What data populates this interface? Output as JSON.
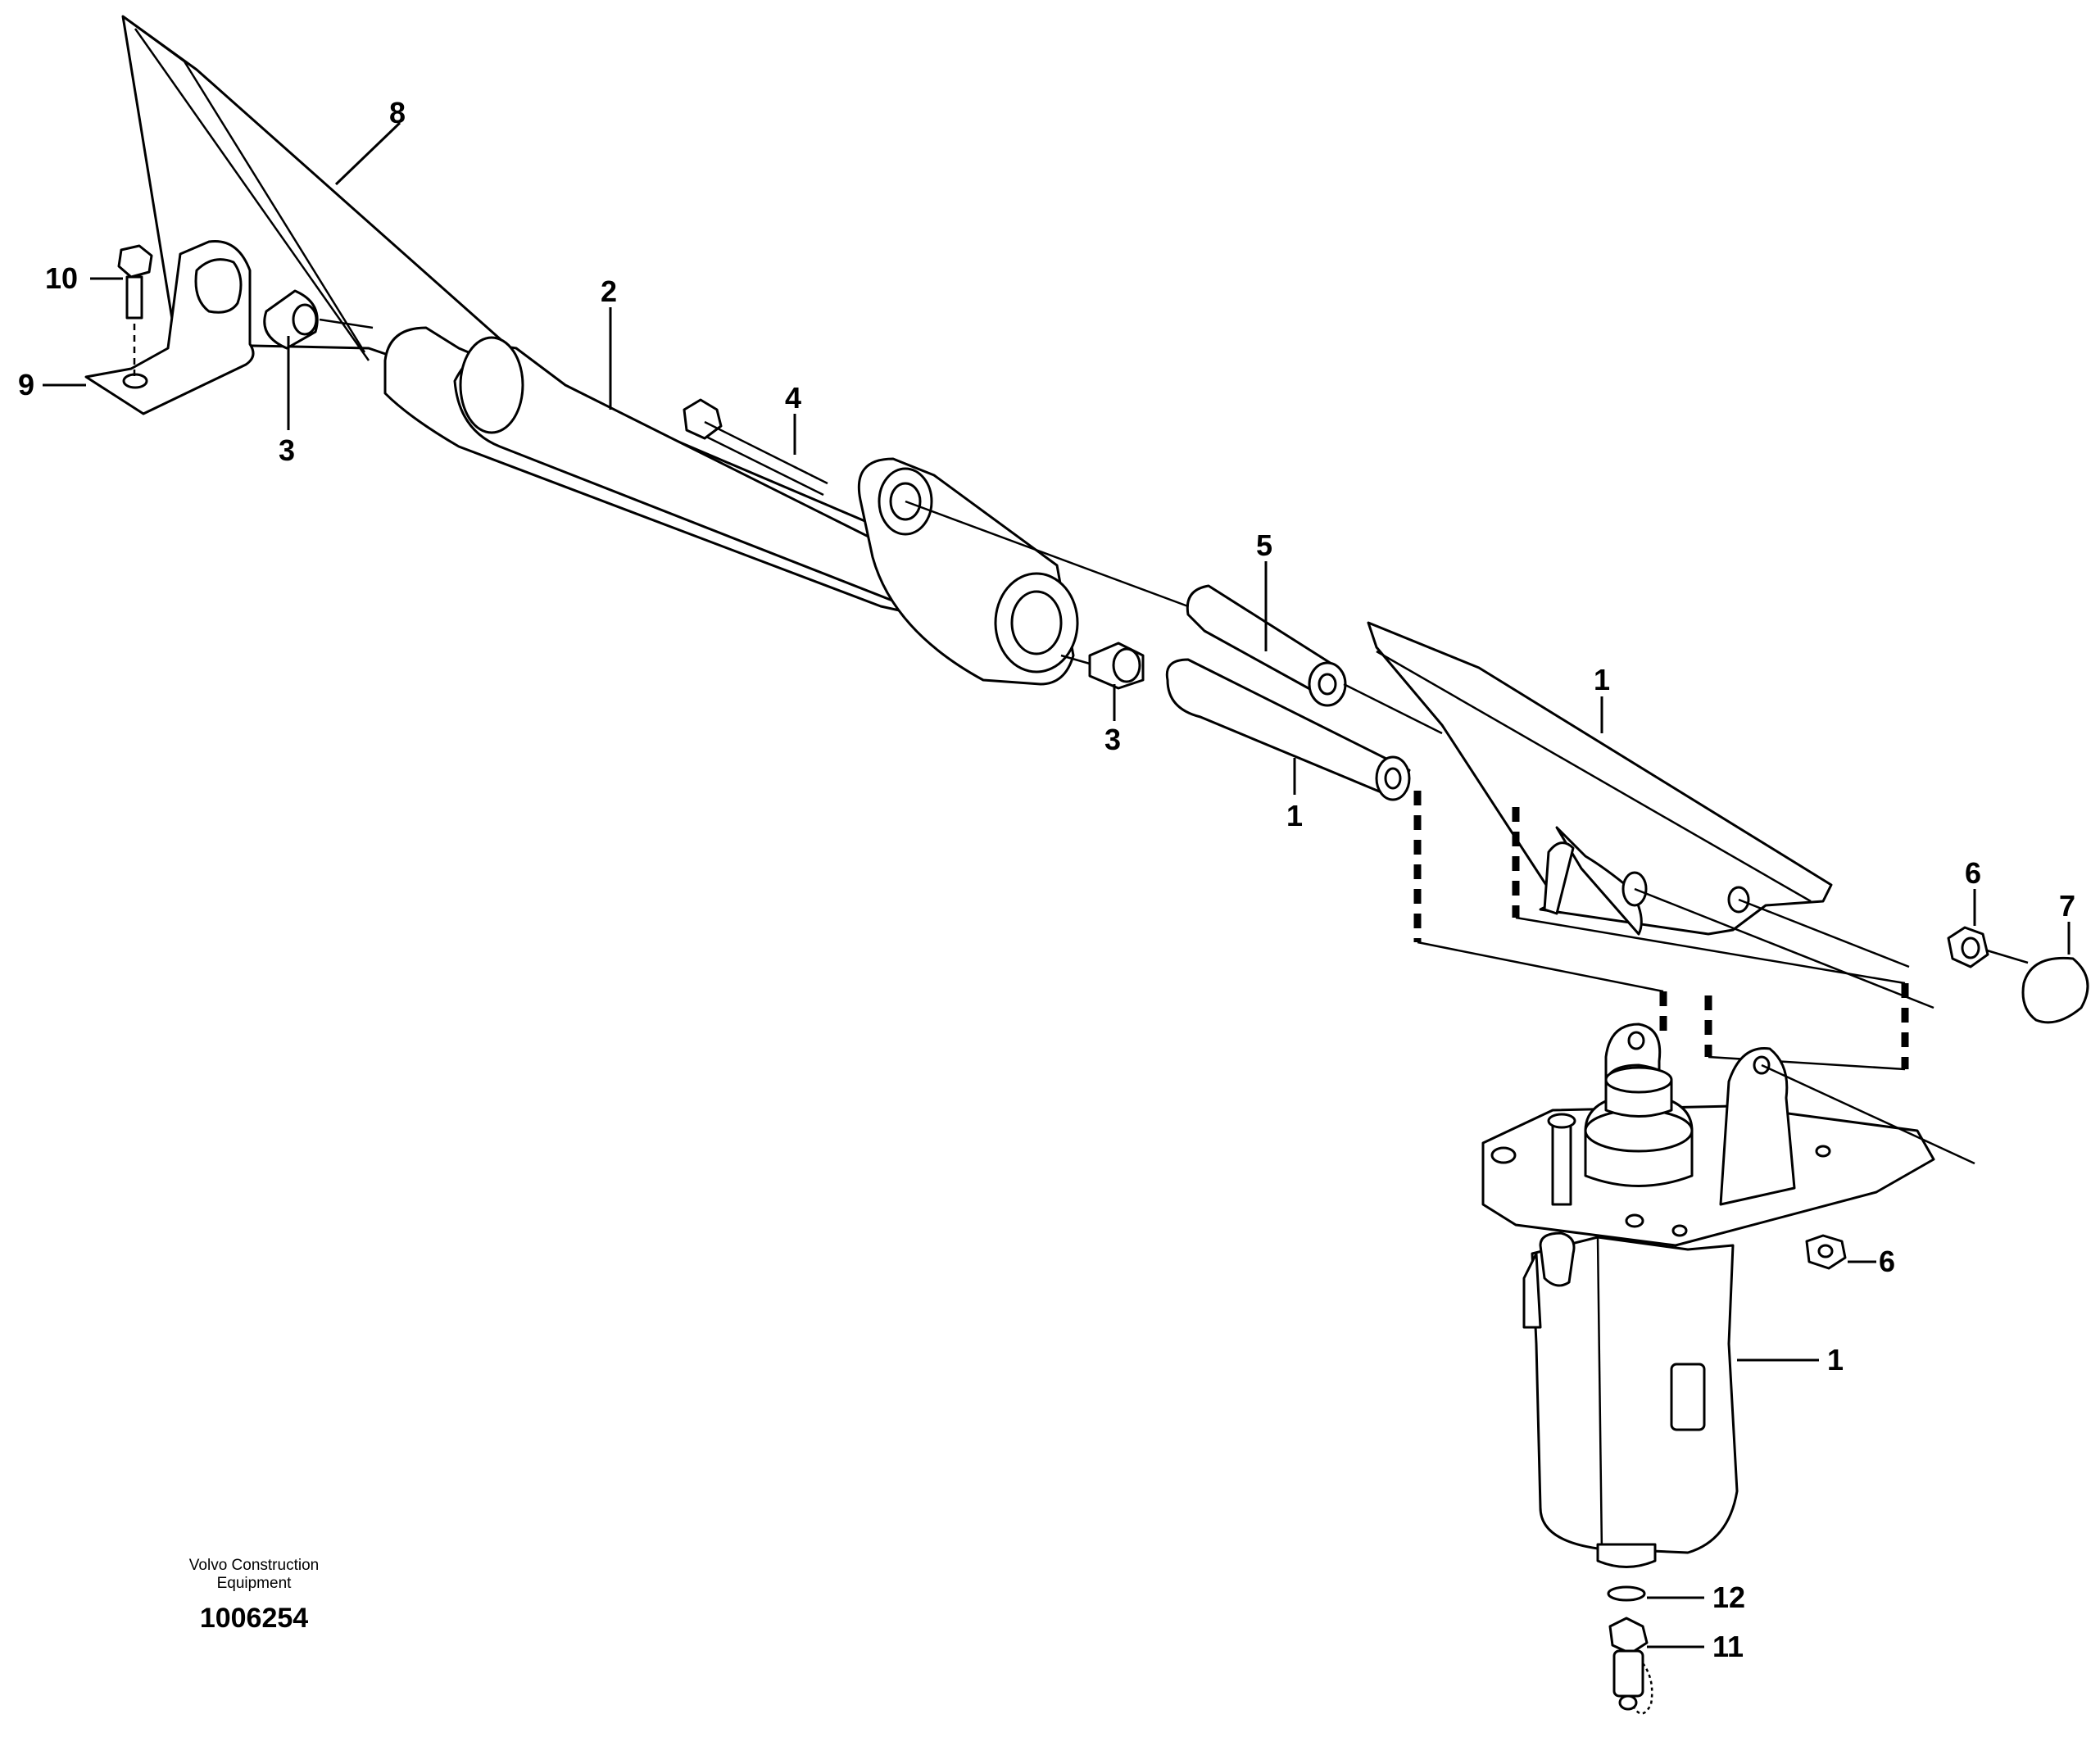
{
  "diagram": {
    "callouts": [
      {
        "id": "c8",
        "label": "8"
      },
      {
        "id": "c10",
        "label": "10"
      },
      {
        "id": "c9",
        "label": "9"
      },
      {
        "id": "c3a",
        "label": "3"
      },
      {
        "id": "c2",
        "label": "2"
      },
      {
        "id": "c4",
        "label": "4"
      },
      {
        "id": "c5",
        "label": "5"
      },
      {
        "id": "c3b",
        "label": "3"
      },
      {
        "id": "c1a",
        "label": "1"
      },
      {
        "id": "c1b",
        "label": "1"
      },
      {
        "id": "c6a",
        "label": "6"
      },
      {
        "id": "c7",
        "label": "7"
      },
      {
        "id": "c6b",
        "label": "6"
      },
      {
        "id": "c1c",
        "label": "1"
      },
      {
        "id": "c12",
        "label": "12"
      },
      {
        "id": "c11",
        "label": "11"
      }
    ]
  },
  "footer": {
    "brand_line1": "Volvo Construction",
    "brand_line2": "Equipment",
    "drawing_number": "1006254"
  }
}
